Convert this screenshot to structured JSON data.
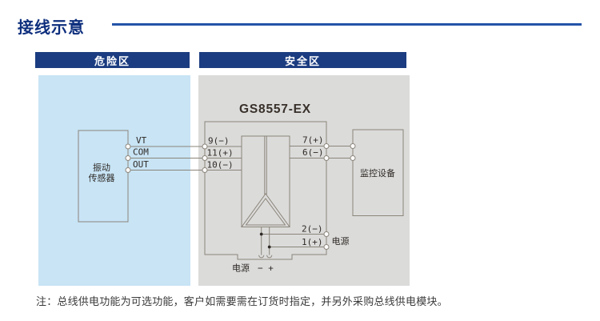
{
  "page": {
    "title": "接线示意",
    "note": "注：总线供电功能为可选功能，客户如需要需在订货时指定，并另外采购总线供电模块。"
  },
  "zones": {
    "hazard_label": "危险区",
    "safe_label": "安全区"
  },
  "colors": {
    "header_bg": "#1b3c80",
    "title_text": "#0e2f7d",
    "title_rule": "#2353a8",
    "hazard_panel_bg": "#c8e4f5",
    "safe_panel_bg": "#dbdbda",
    "diagram_stroke": "#8b857a",
    "diagram_text": "#2f2a26"
  },
  "diagram": {
    "module_title": "GS8557-EX",
    "sensor_label_line1": "振动",
    "sensor_label_line2": "传感器",
    "monitor_label": "监控设备",
    "wire_labels": [
      "VT",
      "COM",
      "OUT"
    ],
    "input_terminals": [
      "9(−)",
      "11(+)",
      "10(−)"
    ],
    "output_terminals": [
      "7(+)",
      "6(−)"
    ],
    "power_terminals": [
      "2(−)",
      "1(+)"
    ],
    "power_label_side": "电源",
    "power_label_bottom": "电源",
    "power_polarity": "− +"
  }
}
